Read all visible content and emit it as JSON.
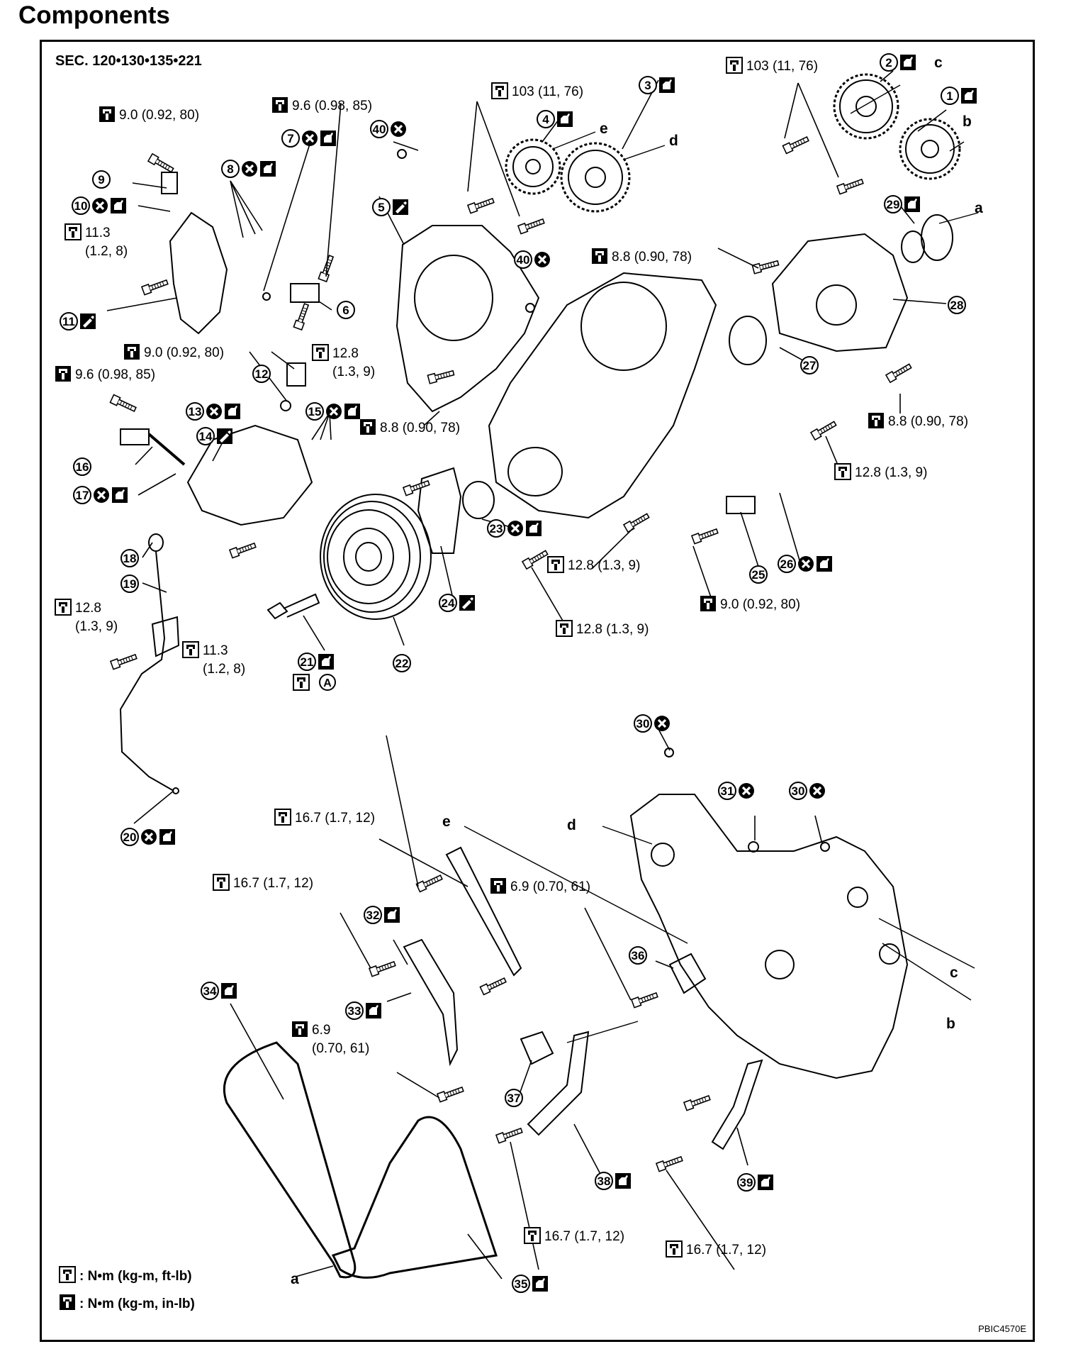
{
  "title": "Components",
  "section": "SEC. 120•130•135•221",
  "figure_id": "PBIC4570E",
  "legend": [
    {
      "icon": "torque-ftlb-icon",
      "text": ": N•m (kg-m, ft-lb)"
    },
    {
      "icon": "torque-inlb-icon",
      "text": ": N•m (kg-m, in-lb)"
    }
  ],
  "part_numbers": [
    {
      "n": "1",
      "marks": [
        "oil"
      ]
    },
    {
      "n": "2",
      "marks": [
        "oil"
      ]
    },
    {
      "n": "3",
      "marks": [
        "oil"
      ]
    },
    {
      "n": "4",
      "marks": [
        "oil"
      ]
    },
    {
      "n": "5",
      "marks": [
        "sealant"
      ]
    },
    {
      "n": "6",
      "marks": []
    },
    {
      "n": "7",
      "marks": [
        "replace",
        "oil"
      ]
    },
    {
      "n": "8",
      "marks": [
        "replace",
        "oil"
      ]
    },
    {
      "n": "9",
      "marks": []
    },
    {
      "n": "10",
      "marks": [
        "replace",
        "oil"
      ]
    },
    {
      "n": "11",
      "marks": [
        "sealant"
      ]
    },
    {
      "n": "12",
      "marks": []
    },
    {
      "n": "13",
      "marks": [
        "replace",
        "oil"
      ]
    },
    {
      "n": "14",
      "marks": [
        "sealant"
      ]
    },
    {
      "n": "15",
      "marks": [
        "replace",
        "oil"
      ]
    },
    {
      "n": "16",
      "marks": []
    },
    {
      "n": "17",
      "marks": [
        "replace",
        "oil"
      ]
    },
    {
      "n": "18",
      "marks": []
    },
    {
      "n": "19",
      "marks": []
    },
    {
      "n": "20",
      "marks": [
        "replace",
        "oil"
      ]
    },
    {
      "n": "21",
      "marks": [
        "oil"
      ]
    },
    {
      "n": "22",
      "marks": []
    },
    {
      "n": "23",
      "marks": [
        "replace",
        "oil"
      ]
    },
    {
      "n": "24",
      "marks": [
        "sealant"
      ]
    },
    {
      "n": "25",
      "marks": []
    },
    {
      "n": "26",
      "marks": [
        "replace",
        "oil"
      ]
    },
    {
      "n": "27",
      "marks": []
    },
    {
      "n": "28",
      "marks": []
    },
    {
      "n": "29",
      "marks": [
        "oil"
      ]
    },
    {
      "n": "30",
      "marks": [
        "replace"
      ]
    },
    {
      "n": "30",
      "marks": [
        "replace"
      ]
    },
    {
      "n": "31",
      "marks": [
        "replace"
      ]
    },
    {
      "n": "32",
      "marks": [
        "oil"
      ]
    },
    {
      "n": "33",
      "marks": [
        "oil"
      ]
    },
    {
      "n": "34",
      "marks": [
        "oil"
      ]
    },
    {
      "n": "35",
      "marks": [
        "oil"
      ]
    },
    {
      "n": "36",
      "marks": []
    },
    {
      "n": "37",
      "marks": []
    },
    {
      "n": "38",
      "marks": [
        "oil"
      ]
    },
    {
      "n": "39",
      "marks": [
        "oil"
      ]
    },
    {
      "n": "40",
      "marks": [
        "replace"
      ]
    },
    {
      "n": "40",
      "marks": [
        "replace"
      ]
    }
  ],
  "torque_specs": [
    {
      "icon": "inlb",
      "text": "9.0 (0.92, 80)"
    },
    {
      "icon": "inlb",
      "text": "9.6 (0.98, 85)"
    },
    {
      "icon": "ftlb",
      "text": "103 (11, 76)"
    },
    {
      "icon": "ftlb",
      "text": "103 (11, 76)"
    },
    {
      "icon": "ftlb",
      "text": "11.3",
      "text2": "(1.2, 8)"
    },
    {
      "icon": "inlb",
      "text": "8.8 (0.90, 78)"
    },
    {
      "icon": "inlb",
      "text": "9.0 (0.92, 80)"
    },
    {
      "icon": "ftlb",
      "text": "12.8",
      "text2": "(1.3, 9)"
    },
    {
      "icon": "inlb",
      "text": "9.6 (0.98, 85)"
    },
    {
      "icon": "inlb",
      "text": "8.8 (0.90, 78)"
    },
    {
      "icon": "inlb",
      "text": "8.8 (0.90, 78)"
    },
    {
      "icon": "ftlb",
      "text": "12.8 (1.3, 9)"
    },
    {
      "icon": "ftlb",
      "text": "12.8 (1.3, 9)"
    },
    {
      "icon": "ftlb",
      "text": "12.8",
      "text2": "(1.3, 9)"
    },
    {
      "icon": "ftlb",
      "text": "11.3",
      "text2": "(1.2, 8)"
    },
    {
      "icon": "inlb",
      "text": "9.0 (0.92, 80)"
    },
    {
      "icon": "ftlb",
      "text": "12.8 (1.3, 9)"
    },
    {
      "icon": "ftlb",
      "text": "16.7 (1.7, 12)"
    },
    {
      "icon": "inlb",
      "text": "6.9 (0.70, 61)"
    },
    {
      "icon": "ftlb",
      "text": "16.7 (1.7, 12)"
    },
    {
      "icon": "inlb",
      "text": "6.9",
      "text2": "(0.70, 61)"
    },
    {
      "icon": "ftlb",
      "text": "16.7 (1.7, 12)"
    },
    {
      "icon": "ftlb",
      "text": "16.7 (1.7, 12)"
    }
  ],
  "special_marks": {
    "circle_a": "A"
  },
  "connection_letters": [
    "a",
    "b",
    "c",
    "d",
    "e",
    "a",
    "b",
    "c",
    "d",
    "e"
  ]
}
